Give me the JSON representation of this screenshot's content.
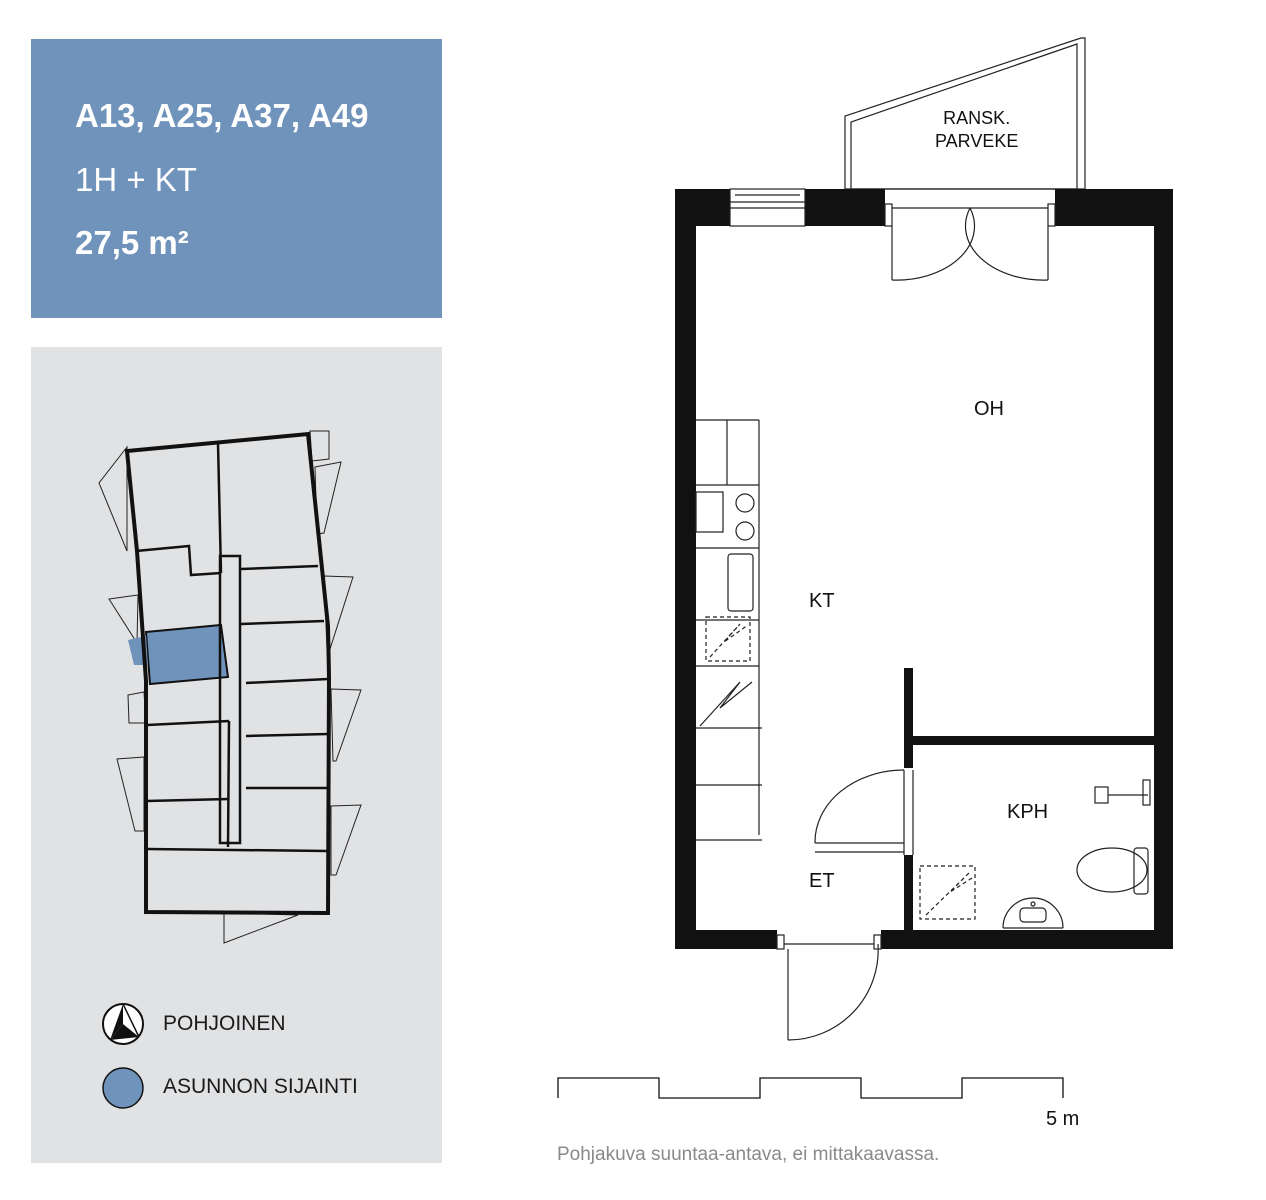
{
  "apartment": {
    "codes": "A13, A25, A37, A49",
    "type": "1H + KT",
    "area": "27,5 m²"
  },
  "legend": {
    "north": "POHJOINEN",
    "location": "ASUNNON SIJAINTI",
    "location_color": "#7093bb"
  },
  "rooms": {
    "balcony_line1": "RANSK.",
    "balcony_line2": "PARVEKE",
    "living": "OH",
    "kitchen": "KT",
    "bathroom": "KPH",
    "entry": "ET"
  },
  "scale": {
    "label": "5 m"
  },
  "disclaimer": "Pohjakuva suuntaa-antava, ei mittakaavassa."
}
